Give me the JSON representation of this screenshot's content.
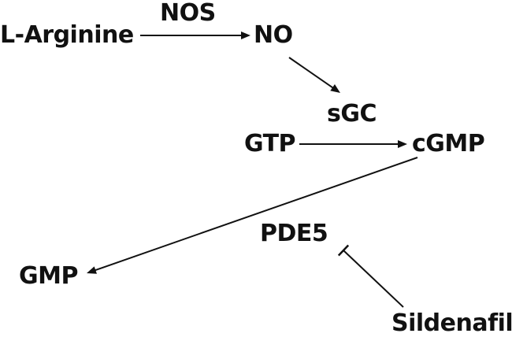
{
  "nodes": {
    "arginine": "L-Arginine",
    "nos": "NOS",
    "no": "NO",
    "sgc": "sGC",
    "gtp": "GTP",
    "cgmp": "cGMP",
    "pde5": "PDE5",
    "gmp": "GMP",
    "sildenafil": "Sildenafil"
  },
  "edges": [
    {
      "from": "L-Arginine",
      "to": "NO",
      "type": "activation",
      "label": "NOS"
    },
    {
      "from": "NO",
      "to": "sGC",
      "type": "activation"
    },
    {
      "from": "GTP",
      "to": "cGMP",
      "type": "activation",
      "label": "sGC"
    },
    {
      "from": "cGMP",
      "to": "GMP",
      "type": "activation",
      "label": "PDE5"
    },
    {
      "from": "Sildenafil",
      "to": "PDE5",
      "type": "inhibition"
    }
  ],
  "colors": {
    "ink": "#111111",
    "background": "#ffffff"
  }
}
